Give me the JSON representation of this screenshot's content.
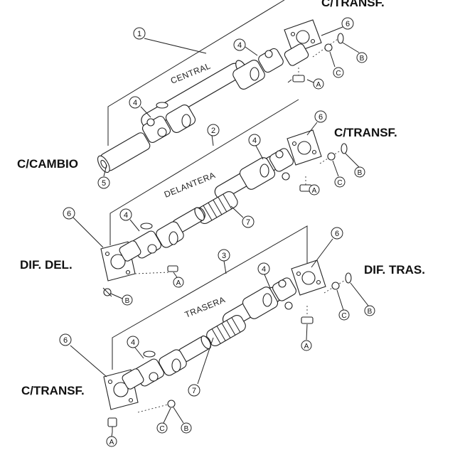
{
  "shafts": {
    "central": {
      "number": "1",
      "name": "CENTRAL",
      "front_end": "C/CAMBIO",
      "rear_end": "C/TRANSF."
    },
    "delantera": {
      "number": "2",
      "name": "DELANTERA",
      "front_end": "DIF. DEL.",
      "rear_end": "C/TRANSF."
    },
    "trasera": {
      "number": "3",
      "name": "TRASERA",
      "front_end": "C/TRANSF.",
      "rear_end": "DIF. TRAS."
    }
  },
  "callouts": {
    "universal_joint": "4",
    "slip_yoke": "5",
    "flange_yoke": "6",
    "boot": "7",
    "bolt": "A",
    "washer": "B",
    "nut": "C"
  }
}
